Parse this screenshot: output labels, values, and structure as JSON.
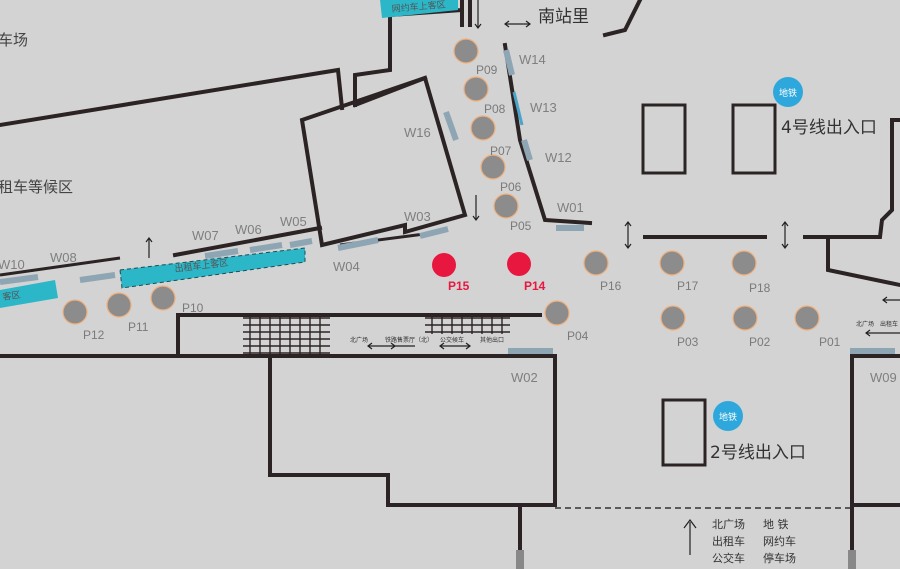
{
  "map": {
    "top_street": "南站里",
    "left_partial_parking": "车场",
    "taxi_waiting": "租车等候区",
    "taxi_pickup": "出租车上客区",
    "top_rideshare": "网约车上客区",
    "left_partial_zone": "客区",
    "metro_badge": "地铁",
    "line4_exit": "4号线出入口",
    "line2_exit": "2号线出入口",
    "strip_labels": [
      "北广场",
      "铁路售票厅（北）",
      "公交候车",
      "其他出口"
    ],
    "right_strip_labels": [
      "北广场",
      "出租车"
    ],
    "bottom_directions": {
      "row1": [
        "北广场",
        "地  铁"
      ],
      "row2": [
        "出租车",
        "网约车"
      ],
      "row3": [
        "公交车",
        "停车场"
      ]
    },
    "doors": [
      "W14",
      "W13",
      "W12",
      "W16",
      "W01",
      "W03",
      "W05",
      "W06",
      "W07",
      "W08",
      "W10",
      "W04",
      "W02",
      "W09"
    ],
    "poles": [
      "P09",
      "P08",
      "P07",
      "P06",
      "P05",
      "P16",
      "P17",
      "P18",
      "P04",
      "P03",
      "P02",
      "P01",
      "P10",
      "P11",
      "P12"
    ],
    "highlighted_poles": [
      "P15",
      "P14"
    ],
    "colors": {
      "background": "#d3d3d3",
      "wall": "#2c2424",
      "highlight": "#e8173f",
      "metro": "#2ea8dc",
      "taxi_zone": "#2bb7c8"
    }
  }
}
